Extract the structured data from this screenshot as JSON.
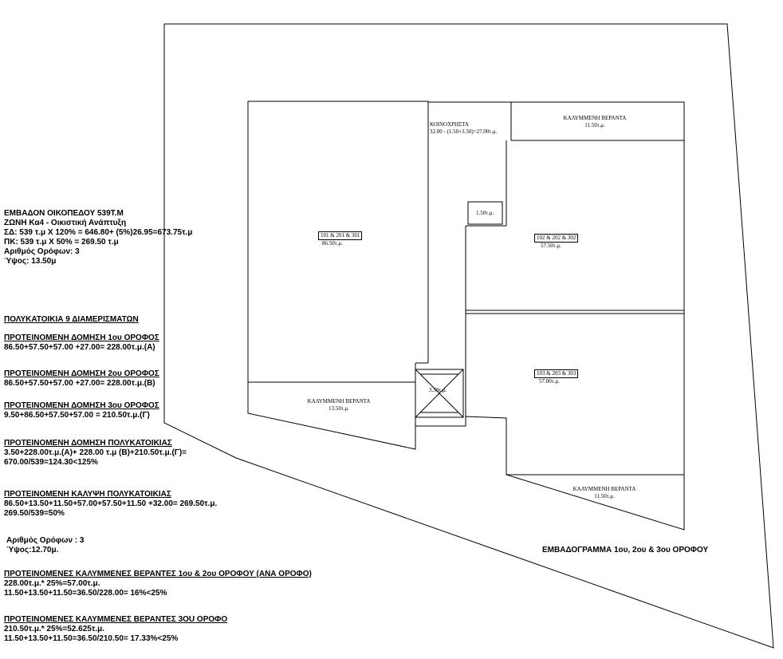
{
  "zoning": {
    "plot_area": "ΕΜΒΑΔΟΝ ΟΙΚΟΠΕΔΟΥ 539Τ.Μ",
    "zone": "ΖΩΝΗ Κα4 - Οικιστική Ανάπτυξη",
    "sd": "ΣΔ: 539 τ.μ Χ 120% = 646.80+ (5%)26.95=673.75τ.μ",
    "pk": "ΠΚ: 539 τ.μ Χ 50% = 269.50 τ.μ",
    "floors": "Αριθμός Ορόφων: 3",
    "height": "Ύψος: 13.50μ"
  },
  "building": {
    "title": "ΠΟΛΥΚΑΤΟΙΚΙΑ 9 ΔΙΑΜΕΡΙΣΜΑΤΩΝ",
    "f1_title": "ΠΡΟΤΕΙΝΟΜΕΝΗ ΔΟΜΗΣΗ 1ου ΟΡΟΦΟΣ",
    "f1_calc": "86.50+57.50+57.00 +27.00= 228.00τ.μ.(Α)",
    "f2_title": "ΠΡΟΤΕΙΝΟΜΕΝΗ ΔΟΜΗΣΗ 2ου ΟΡΟΦΟΣ",
    "f2_calc": "86.50+57.50+57.00 +27.00= 228.00τ.μ.(Β)",
    "f3_title": "ΠΡΟΤΕΙΝΟΜΕΝΗ ΔΟΜΗΣΗ 3ου ΟΡΟΦΟΣ",
    "f3_calc": "9.50+86.50+57.50+57.00 = 210.50τ.μ.(Γ)",
    "total_title": "ΠΡΟΤΕΙΝΟΜΕΝΗ ΔΟΜΗΣΗ ΠΟΛΥΚΑΤΟΙΚΙΑΣ",
    "total_calc1": "3.50+228.00τ.μ.(Α)+ 228.00 τ.μ (Β)+210.50τ.μ.(Γ)=",
    "total_calc2": "670.00/539=124.30<125%",
    "cover_title": "ΠΡΟΤΕΙΝΟΜΕΝΗ ΚΑΛΥΨΗ ΠΟΛΥΚΑΤΟΙΚΙΑΣ",
    "cover_calc1": "86.50+13.50+11.50+57.00+57.50+11.50 +32.00= 269.50τ.μ.",
    "cover_calc2": "269.50/539=50%",
    "floors2": "Αριθμός Ορόφων : 3",
    "height2": "Ύψος:12.70μ.",
    "ver12_title": "ΠΡΟΤΕΙΝΟΜΕΝΕΣ ΚΑΛΥΜΜΕΝΕΣ ΒΕΡΑΝΤΕΣ 1ου & 2ου ΟΡΟΦΟΥ (ΑΝΑ ΟΡΟΦΟ)",
    "ver12_calc1": "228.00τ.μ.* 25%=57.00τ.μ.",
    "ver12_calc2": "11.50+13.50+11.50=36.50/228.00= 16%<25%",
    "ver3_title": "ΠΡΟΤΕΙΝΟΜΕΝΕΣ ΚΑΛΥΜΜΕΝΕΣ ΒΕΡΑΝΤΕΣ 3ΟU ΟΡΟΦΟ",
    "ver3_calc1": "210.50τ.μ.* 25%=52.625τ.μ.",
    "ver3_calc2": "11.50+13.50+11.50=36.50/210.50= 17.33%<25%"
  },
  "plan": {
    "caption": "ΕΜΒΑΔΟΓΡΑΜΜΑ 1ου, 2ου & 3ου ΟΡΟΦΟΥ",
    "common_title": "ΚΟΙΝΟΧΡΗΣΤΑ",
    "common_calc": "32.00 - (1.50+3.50)=27.00τ.μ.",
    "veranda_top_title": "ΚΑΛΥΜΜΕΝΗ ΒΕΡΑΝΤΑ",
    "veranda_top_area": "11.50τ.μ.",
    "small_area": "1.50τ.μ.",
    "apt_a_label": "101 & 201 & 301",
    "apt_a_area": "86.50τ.μ.",
    "apt_b_label": "102 & 202 & 302",
    "apt_b_area": "57.50τ.μ.",
    "apt_c_label": "103 & 203 & 303",
    "apt_c_area": "57.00τ.μ.",
    "elevator_area": "3.50τ.μ.",
    "veranda_left_title": "ΚΑΛΥΜΜΕΝΗ ΒΕΡΑΝΤΑ",
    "veranda_left_area": "13.50τ.μ.",
    "veranda_right_title": "ΚΑΛΥΜΜΕΝΗ ΒΕΡΑΝΤΑ",
    "veranda_right_area": "11.50τ.μ."
  }
}
